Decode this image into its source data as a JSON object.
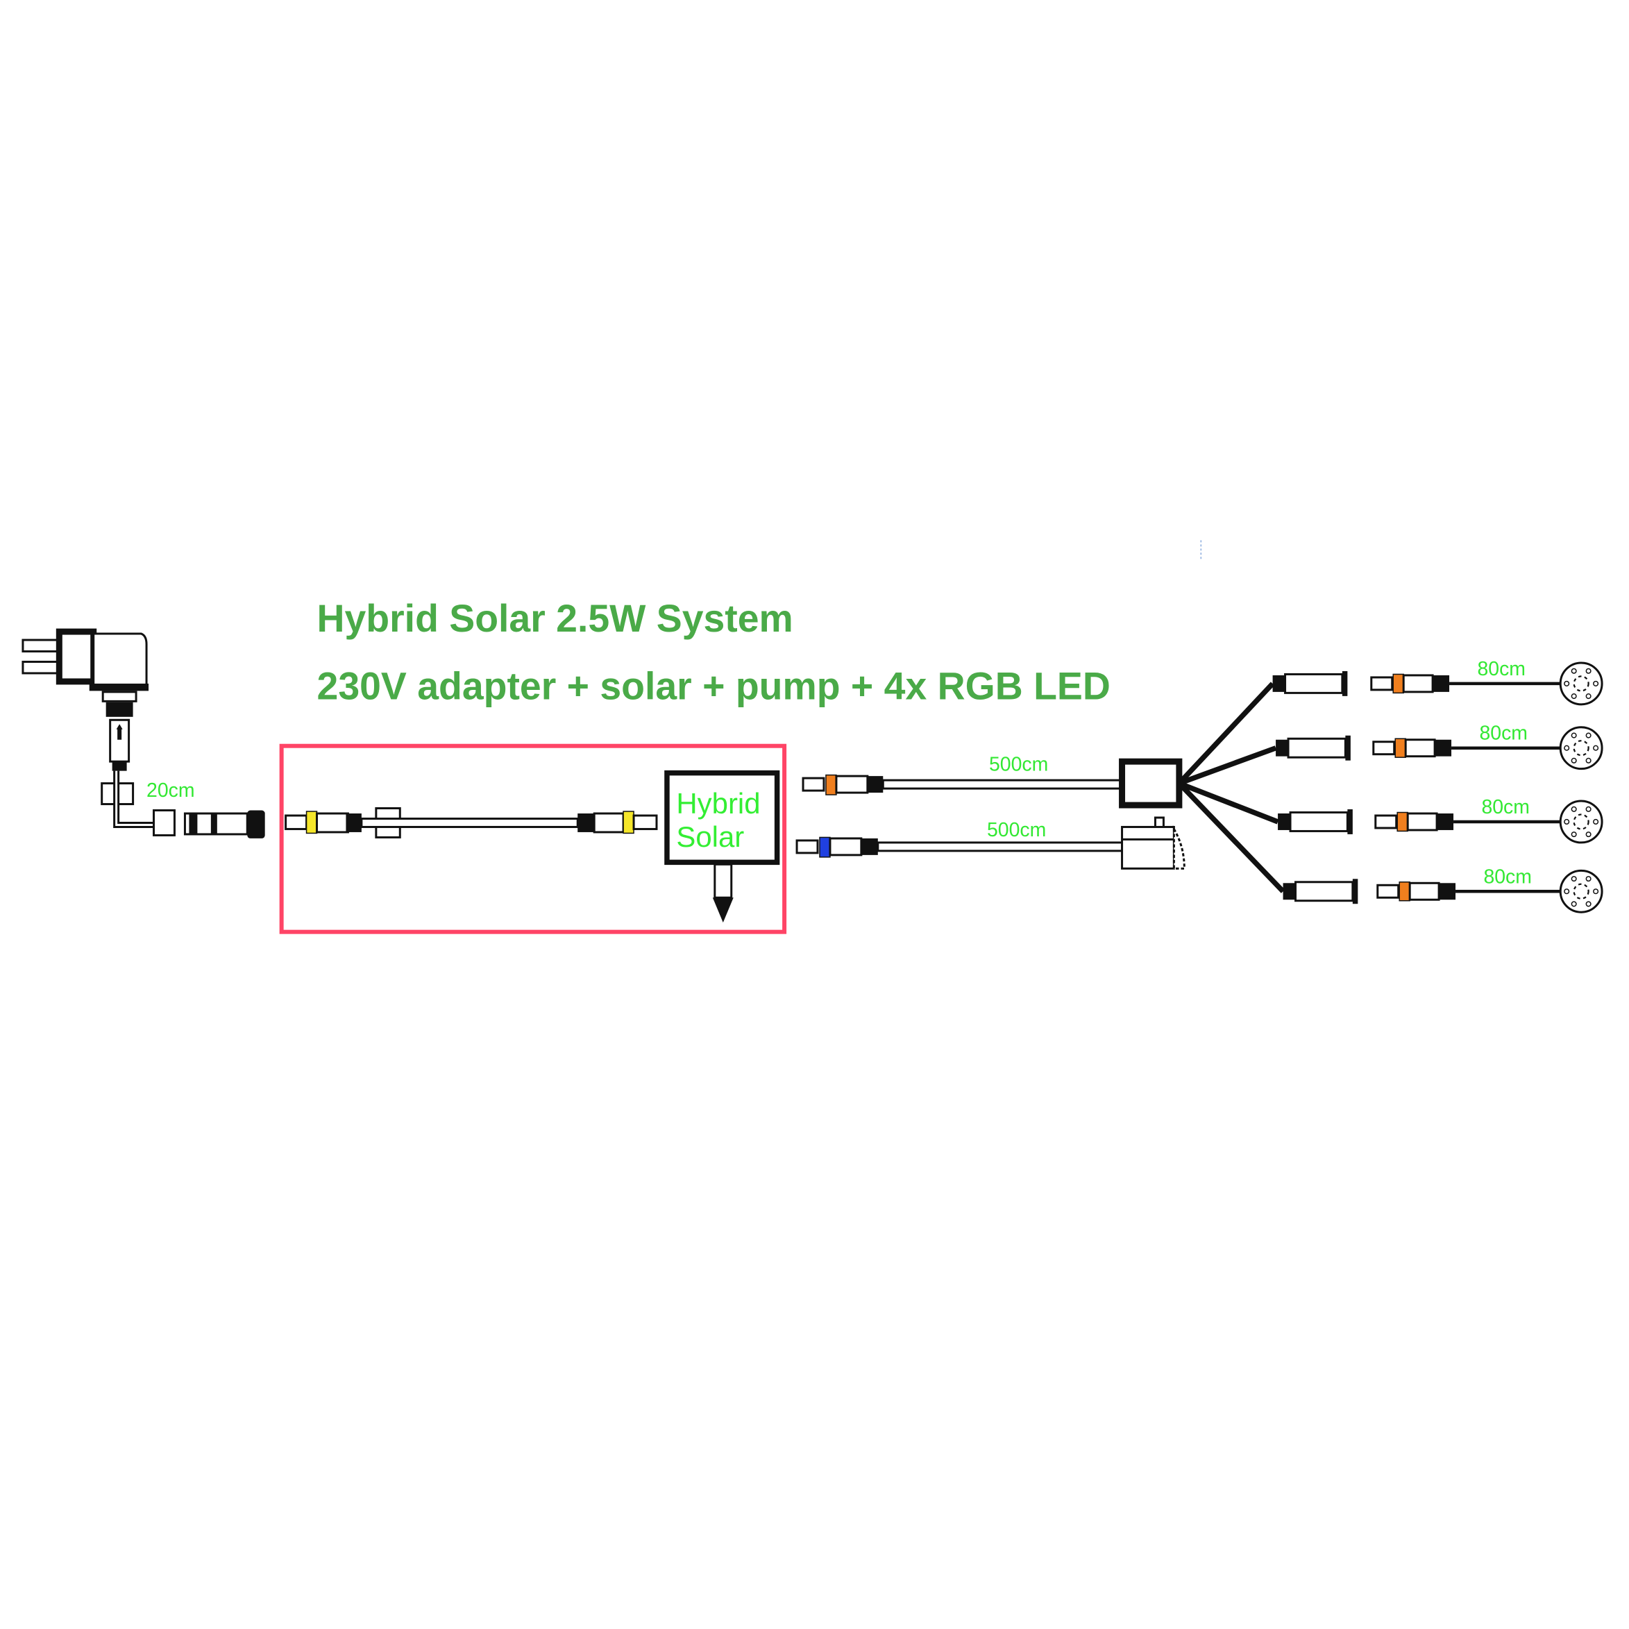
{
  "title": {
    "line1": "Hybrid Solar 2.5W System",
    "line2": "230V adapter + solar + pump + 4x RGB LED"
  },
  "adapter": {
    "cable_length": "20cm"
  },
  "solar_unit": {
    "label_line1": "Hybrid",
    "label_line2": "Solar"
  },
  "main_cables": [
    {
      "length": "500cm",
      "band_color": "#f07f1e",
      "target": "splitter"
    },
    {
      "length": "500cm",
      "band_color": "#2040e0",
      "target": "pump"
    }
  ],
  "led_branches": [
    {
      "length": "80cm",
      "band_color": "#f07f1e"
    },
    {
      "length": "80cm",
      "band_color": "#f07f1e"
    },
    {
      "length": "80cm",
      "band_color": "#f07f1e"
    },
    {
      "length": "80cm",
      "band_color": "#f07f1e"
    }
  ],
  "colors": {
    "title": "#4aaa48",
    "label": "#33e833",
    "highlight_box": "#ff4466",
    "solar_band": "#f5e62a"
  }
}
